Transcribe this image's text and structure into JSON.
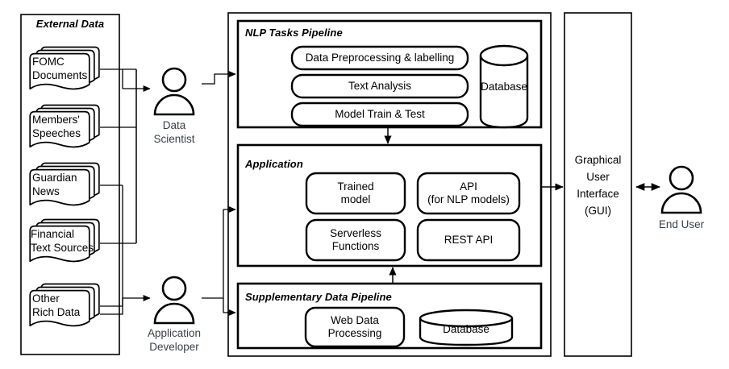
{
  "diagram": {
    "title": "NLP System Architecture",
    "colors": {
      "stroke": "#000000",
      "background": "#ffffff",
      "actor_label": "#39404a",
      "text": "#000000"
    },
    "external_data": {
      "section_label": "External Data",
      "sources": [
        {
          "id": "fomc-documents",
          "label": "FOMC\nDocuments"
        },
        {
          "id": "members-speeches",
          "label": "Members'\nSpeeches"
        },
        {
          "id": "guardian-news",
          "label": "Guardian\nNews"
        },
        {
          "id": "financial-text-sources",
          "label": "Financial\nText Sources"
        },
        {
          "id": "other-rich-data",
          "label": "Other\nRich Data"
        }
      ]
    },
    "actors": [
      {
        "id": "data-scientist",
        "label": "Data\nScientist"
      },
      {
        "id": "application-developer",
        "label": "Application\nDeveloper"
      },
      {
        "id": "end-user",
        "label": "End User"
      }
    ],
    "nlp_pipeline": {
      "section_label": "NLP Tasks Pipeline",
      "stages": [
        {
          "id": "data-preprocessing-labelling",
          "label": "Data Preprocessing & labelling"
        },
        {
          "id": "text-analysis",
          "label": "Text Analysis"
        },
        {
          "id": "model-train-test",
          "label": "Model Train & Test"
        }
      ],
      "database": {
        "id": "nlp-database",
        "label": "Database",
        "shape": "cylinder-vertical"
      }
    },
    "application": {
      "section_label": "Application",
      "components": [
        {
          "id": "trained-model",
          "label": "Trained\nmodel"
        },
        {
          "id": "api-for-nlp-models",
          "label": "API\n(for NLP models)"
        },
        {
          "id": "serverless-functions",
          "label": "Serverless\nFunctions"
        },
        {
          "id": "rest-api",
          "label": "REST API"
        }
      ]
    },
    "supplementary_pipeline": {
      "section_label": "Supplementary Data Pipeline",
      "components": [
        {
          "id": "web-data-processing",
          "label": "Web Data\nProcessing"
        }
      ],
      "database": {
        "id": "supplementary-database",
        "label": "Database",
        "shape": "cylinder-flat"
      }
    },
    "gui": {
      "id": "graphical-user-interface",
      "label": "Graphical\nUser\nInterface\n(GUI)"
    }
  }
}
